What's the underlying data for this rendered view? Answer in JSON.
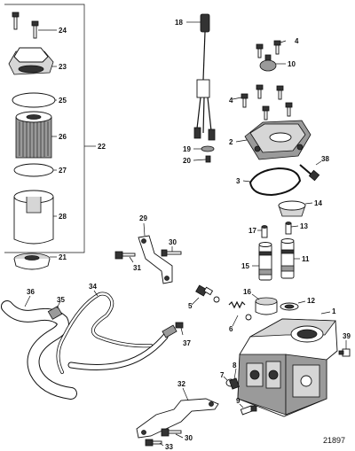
{
  "figure_number": "21897",
  "callouts": [
    {
      "id": "c1",
      "label": "1"
    },
    {
      "id": "c2",
      "label": "2"
    },
    {
      "id": "c3",
      "label": "3"
    },
    {
      "id": "c4a",
      "label": "4"
    },
    {
      "id": "c4b",
      "label": "4"
    },
    {
      "id": "c5",
      "label": "5"
    },
    {
      "id": "c6",
      "label": "6"
    },
    {
      "id": "c7",
      "label": "7"
    },
    {
      "id": "c8",
      "label": "8"
    },
    {
      "id": "c9",
      "label": "9"
    },
    {
      "id": "c10",
      "label": "10"
    },
    {
      "id": "c11",
      "label": "11"
    },
    {
      "id": "c12",
      "label": "12"
    },
    {
      "id": "c13",
      "label": "13"
    },
    {
      "id": "c14",
      "label": "14"
    },
    {
      "id": "c15",
      "label": "15"
    },
    {
      "id": "c16",
      "label": "16"
    },
    {
      "id": "c17",
      "label": "17"
    },
    {
      "id": "c18",
      "label": "18"
    },
    {
      "id": "c19",
      "label": "19"
    },
    {
      "id": "c20",
      "label": "20"
    },
    {
      "id": "c21",
      "label": "21"
    },
    {
      "id": "c22",
      "label": "22"
    },
    {
      "id": "c23",
      "label": "23"
    },
    {
      "id": "c24",
      "label": "24"
    },
    {
      "id": "c25",
      "label": "25"
    },
    {
      "id": "c26",
      "label": "26"
    },
    {
      "id": "c27",
      "label": "27"
    },
    {
      "id": "c28",
      "label": "28"
    },
    {
      "id": "c29",
      "label": "29"
    },
    {
      "id": "c30a",
      "label": "30"
    },
    {
      "id": "c30b",
      "label": "30"
    },
    {
      "id": "c31",
      "label": "31"
    },
    {
      "id": "c32",
      "label": "32"
    },
    {
      "id": "c33",
      "label": "33"
    },
    {
      "id": "c34",
      "label": "34"
    },
    {
      "id": "c35",
      "label": "35"
    },
    {
      "id": "c36",
      "label": "36"
    },
    {
      "id": "c37",
      "label": "37"
    },
    {
      "id": "c38",
      "label": "38"
    },
    {
      "id": "c39",
      "label": "39"
    }
  ]
}
